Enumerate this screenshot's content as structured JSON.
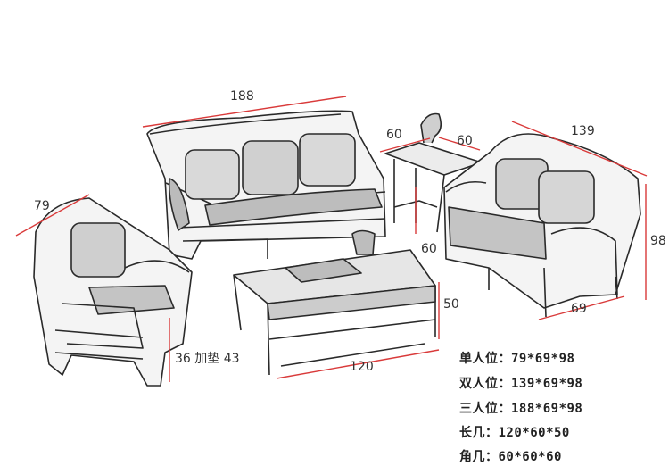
{
  "colors": {
    "dimension_line": "#d93a3a",
    "sketch": "#2a2a2a",
    "text": "#222222"
  },
  "dimensions": {
    "sofa3_width": "188",
    "sofa2_width": "139",
    "chair_width": "79",
    "corner_width": "60",
    "corner_depth": "60",
    "corner_height": "60",
    "sofa2_height": "98",
    "sofa2_depth": "69",
    "table_height": "50",
    "table_length": "120",
    "seat_height": "36 加垫 43"
  },
  "specs": [
    {
      "label": "单人位：79*69*98"
    },
    {
      "label": "双人位：139*69*98"
    },
    {
      "label": "三人位：188*69*98"
    },
    {
      "label": "长几：120*60*50"
    },
    {
      "label": "角几：60*60*60"
    }
  ]
}
